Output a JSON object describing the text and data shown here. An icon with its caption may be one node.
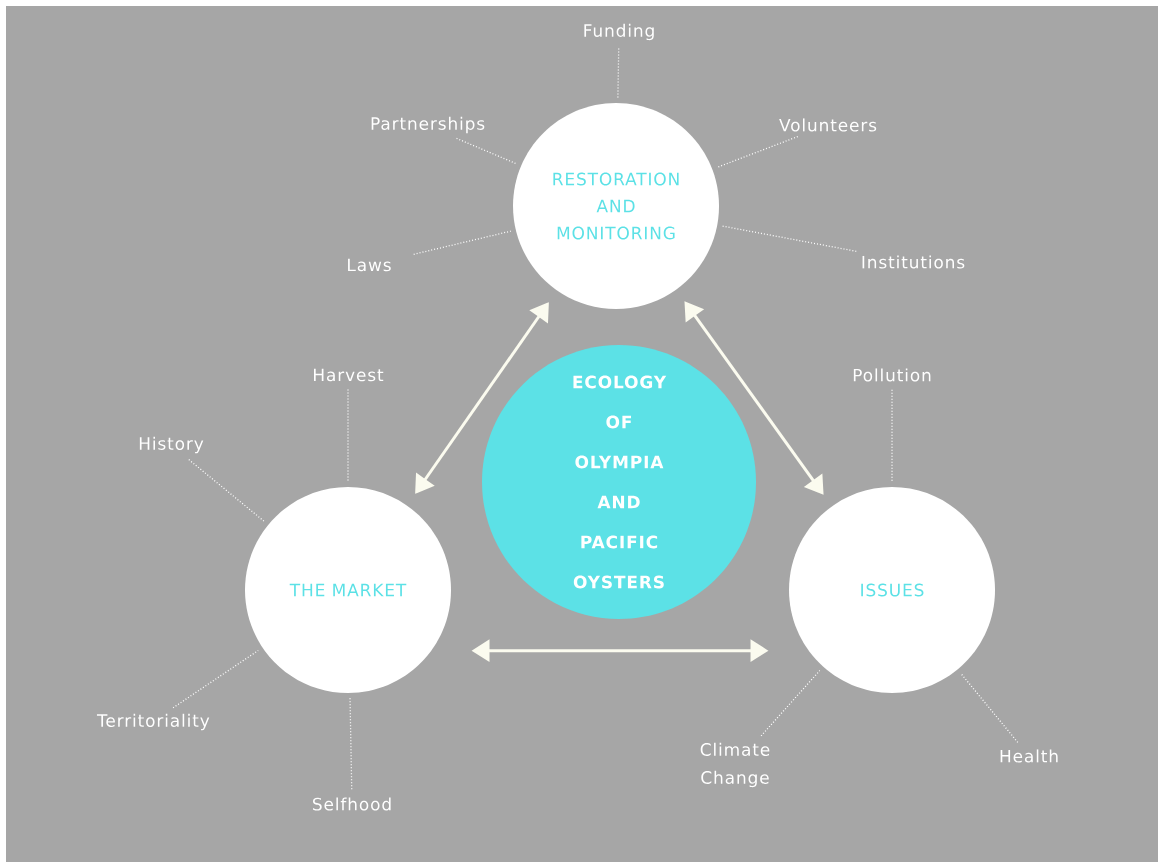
{
  "diagram": {
    "nodes": [
      {
        "text": [
          "RESTORATION AND MONITORING"
        ]
      },
      {
        "text": [
          "ECOLOGY OF OLYMPIA AND PACIFIC OYSTERS"
        ]
      },
      {
        "text": [
          "THE MARKET"
        ]
      },
      {
        "text": [
          "ISSUES"
        ]
      },
      {
        "text": [
          "Funding"
        ]
      },
      {
        "text": [
          "Partnerships"
        ]
      },
      {
        "text": [
          "Volunteers"
        ]
      },
      {
        "text": [
          "Laws"
        ]
      },
      {
        "text": [
          "Institutions"
        ]
      },
      {
        "text": [
          "Harvest"
        ]
      },
      {
        "text": [
          "History"
        ]
      },
      {
        "text": [
          "Territoriality"
        ]
      },
      {
        "text": [
          "Selfhood"
        ]
      },
      {
        "text": [
          "Pollution"
        ]
      },
      {
        "text": [
          "Climate Change"
        ]
      },
      {
        "text": [
          "Health"
        ]
      }
    ],
    "edges": [
      {
        "from": 0,
        "to": 2,
        "arrow": "both"
      },
      {
        "from": 0,
        "to": 3,
        "arrow": "both"
      },
      {
        "from": 2,
        "to": 3,
        "arrow": "both"
      },
      {
        "from": 4,
        "to": 0,
        "arrow": "none",
        "style": "dashed"
      },
      {
        "from": 5,
        "to": 0,
        "arrow": "none",
        "style": "dashed"
      },
      {
        "from": 6,
        "to": 0,
        "arrow": "none",
        "style": "dashed"
      },
      {
        "from": 7,
        "to": 0,
        "arrow": "none",
        "style": "dashed"
      },
      {
        "from": 8,
        "to": 0,
        "arrow": "none",
        "style": "dashed"
      },
      {
        "from": 9,
        "to": 2,
        "arrow": "none",
        "style": "dashed"
      },
      {
        "from": 10,
        "to": 2,
        "arrow": "none",
        "style": "dashed"
      },
      {
        "from": 11,
        "to": 2,
        "arrow": "none",
        "style": "dashed"
      },
      {
        "from": 12,
        "to": 2,
        "arrow": "none",
        "style": "dashed"
      },
      {
        "from": 13,
        "to": 3,
        "arrow": "none",
        "style": "dashed"
      },
      {
        "from": 14,
        "to": 3,
        "arrow": "none",
        "style": "dashed"
      },
      {
        "from": 15,
        "to": 3,
        "arrow": "none",
        "style": "dashed"
      }
    ]
  }
}
